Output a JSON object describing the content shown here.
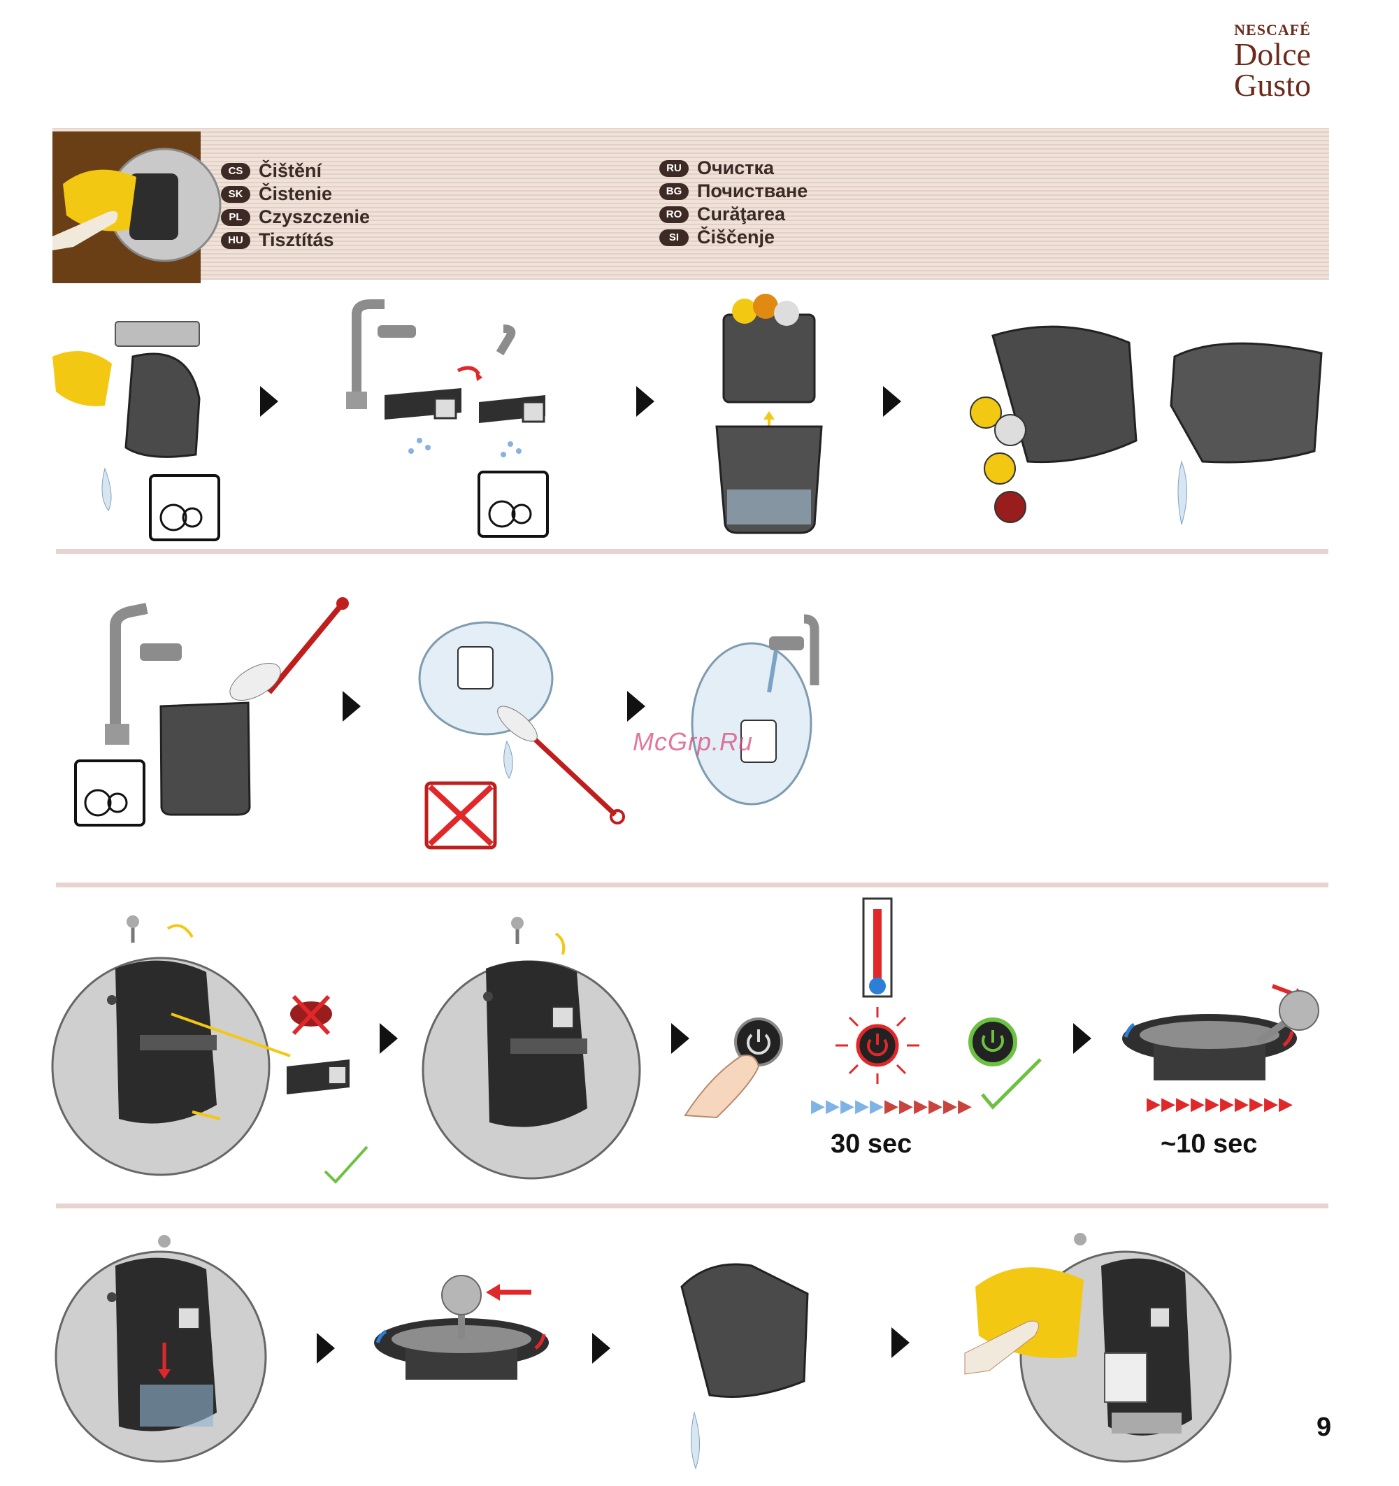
{
  "brand": {
    "line1": "NESCAFÉ",
    "line2": "Dolce",
    "line3": "Gusto"
  },
  "header": {
    "left_languages": [
      {
        "code": "CS",
        "label": "Čištění"
      },
      {
        "code": "SK",
        "label": "Čistenie"
      },
      {
        "code": "PL",
        "label": "Czyszczenie"
      },
      {
        "code": "HU",
        "label": "Tisztítás"
      }
    ],
    "right_languages": [
      {
        "code": "RU",
        "label": "Очистка"
      },
      {
        "code": "BG",
        "label": "Почистване"
      },
      {
        "code": "RO",
        "label": "Curăţarea"
      },
      {
        "code": "SI",
        "label": "Čiščenje"
      }
    ]
  },
  "row3": {
    "time_left": "30 sec",
    "time_right": "~10 sec"
  },
  "watermark": "McGrp.Ru",
  "page_number": "9",
  "colors": {
    "header_band": "#efe2d9",
    "badge": "#3d2a24",
    "accent_red": "#e0282a",
    "accent_yellow": "#f3c812"
  }
}
